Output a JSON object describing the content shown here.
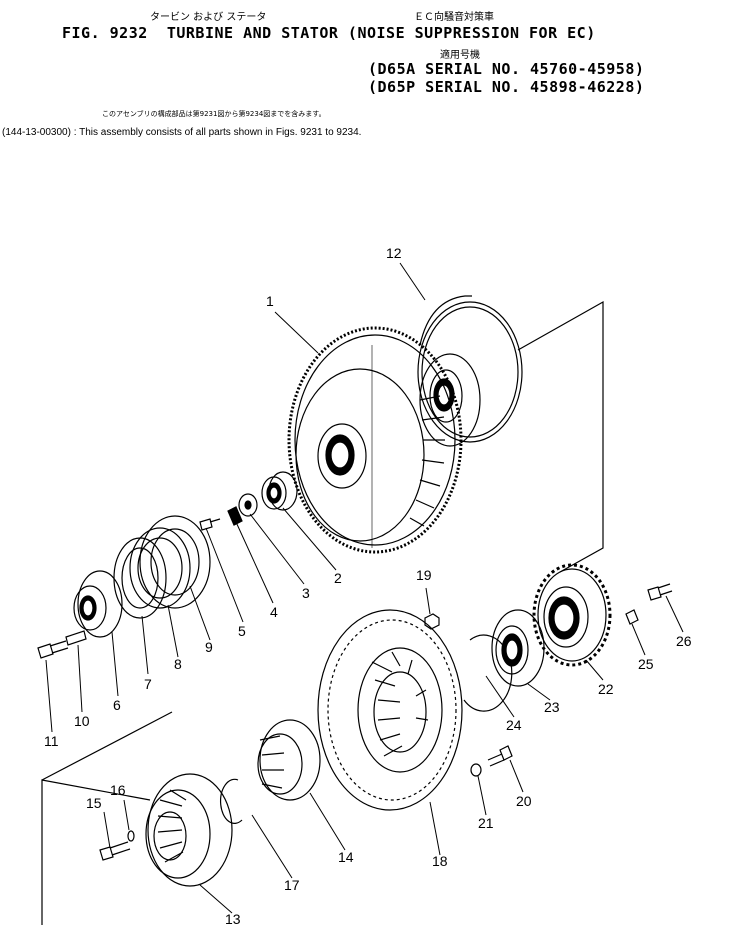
{
  "header": {
    "title_jp_part": "タービン および ステータ",
    "title_jp_suffix": "ＥＣ向騒音対策車",
    "figure_line": "FIG. 9232  TURBINE AND STATOR (NOISE SUPPRESSION FOR EC)",
    "applicable_jp": "適用号機",
    "serial_d65a": "(D65A SERIAL NO. 45760-45958)",
    "serial_d65p": "(D65P SERIAL NO. 45898-46228)"
  },
  "note": {
    "jp": "このアセンブリの構成部品は第9231図から第9234図までを含みます。",
    "en": "(144-13-00300) : This assembly consists of all parts shown in Figs. 9231 to 9234."
  },
  "callouts": {
    "c1": "1",
    "c2": "2",
    "c3": "3",
    "c4": "4",
    "c5": "5",
    "c6": "6",
    "c7": "7",
    "c8": "8",
    "c9": "9",
    "c10": "10",
    "c11": "11",
    "c12": "12",
    "c13": "13",
    "c14": "14",
    "c15": "15",
    "c16": "16",
    "c17": "17",
    "c18": "18",
    "c19": "19",
    "c20": "20",
    "c21": "21",
    "c22": "22",
    "c23": "23",
    "c24": "24",
    "c25": "25",
    "c26": "26"
  }
}
